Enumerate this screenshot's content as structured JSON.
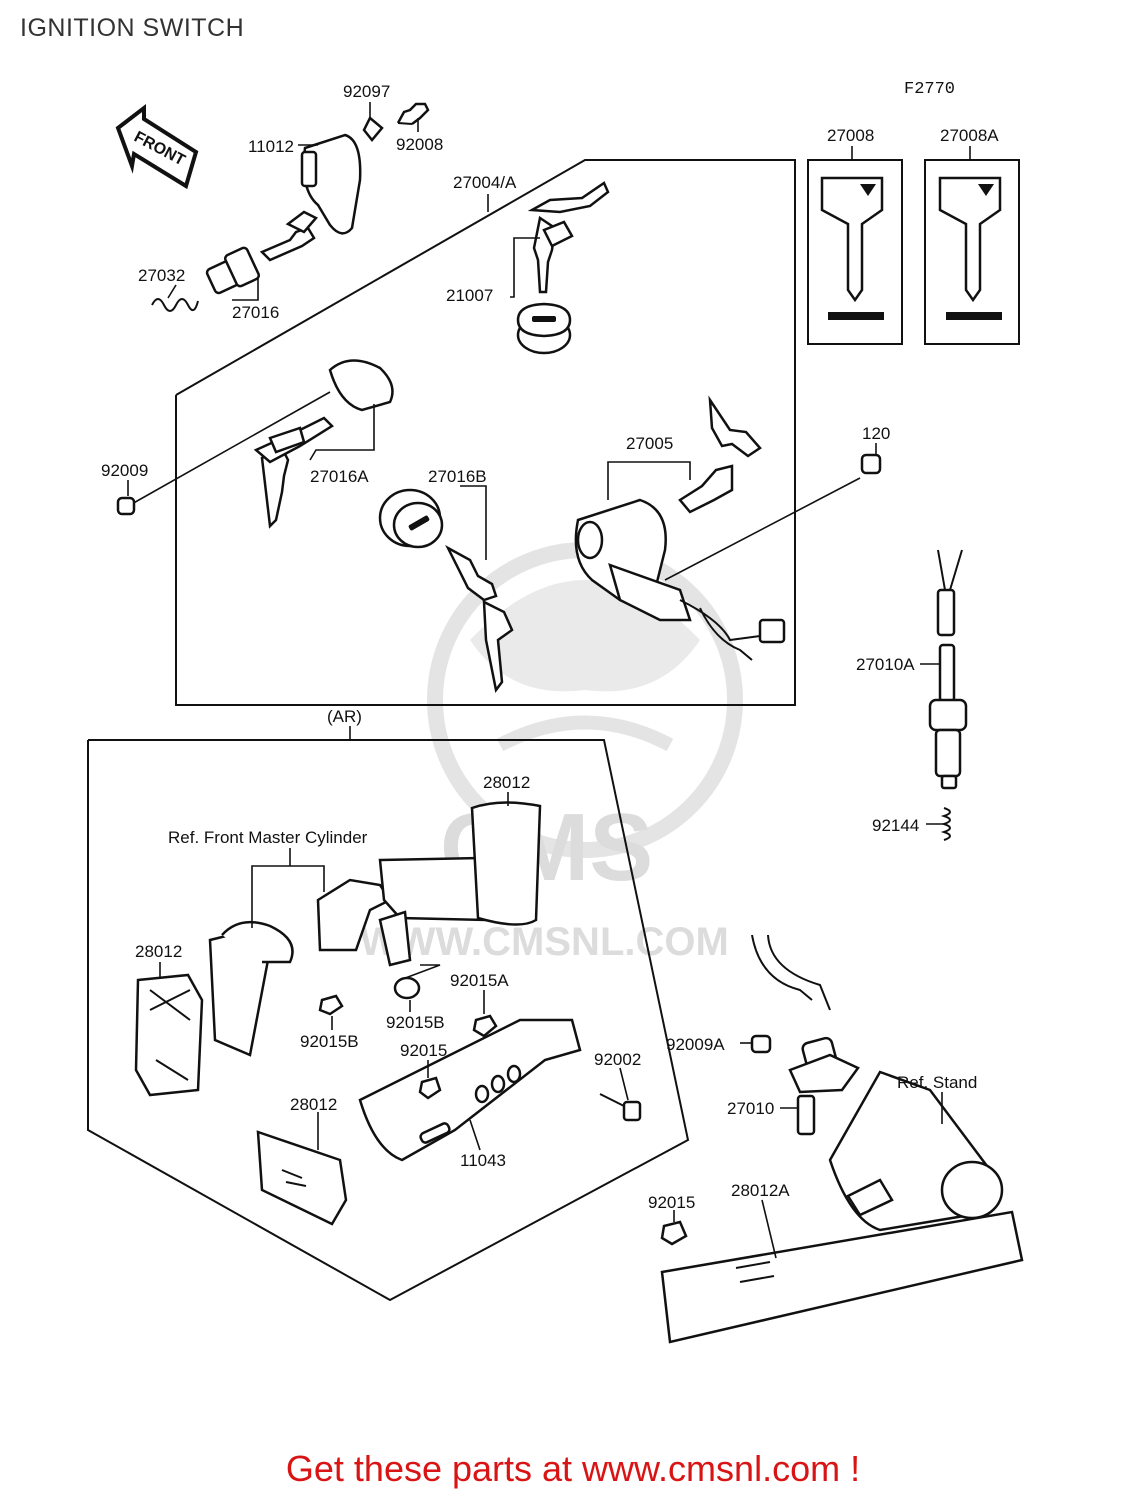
{
  "page": {
    "title": "IGNITION SWITCH",
    "figure_code": "F2770",
    "footer_text": "Get these parts at www.cmsnl.com !"
  },
  "watermark": {
    "brand": "CMS",
    "url": "WWW.CMSNL.COM"
  },
  "diagram": {
    "front_arrow": "FRONT",
    "group_ar": "(AR)",
    "parts": {
      "p92097": "92097",
      "p92008": "92008",
      "p11012": "11012",
      "p27032": "27032",
      "p27016": "27016",
      "p27004a": "27004/A",
      "p21007": "21007",
      "p27008": "27008",
      "p27008a": "27008A",
      "p92009": "92009",
      "p27016a": "27016A",
      "p27016b": "27016B",
      "p27005": "27005",
      "p120": "120",
      "p27010a": "27010A",
      "p92144": "92144",
      "p28012_top": "28012",
      "p28012_left": "28012",
      "p28012_bottom": "28012",
      "p92015a": "92015A",
      "p92015b_mid": "92015B",
      "p92015b_low": "92015B",
      "p92015_mid": "92015",
      "p92002": "92002",
      "p11043": "11043",
      "p92009a": "92009A",
      "p27010": "27010",
      "p92015_low": "92015",
      "p28012a": "28012A"
    },
    "references": {
      "front_master_cylinder": "Ref. Front Master Cylinder",
      "stand": "Ref. Stand"
    }
  }
}
